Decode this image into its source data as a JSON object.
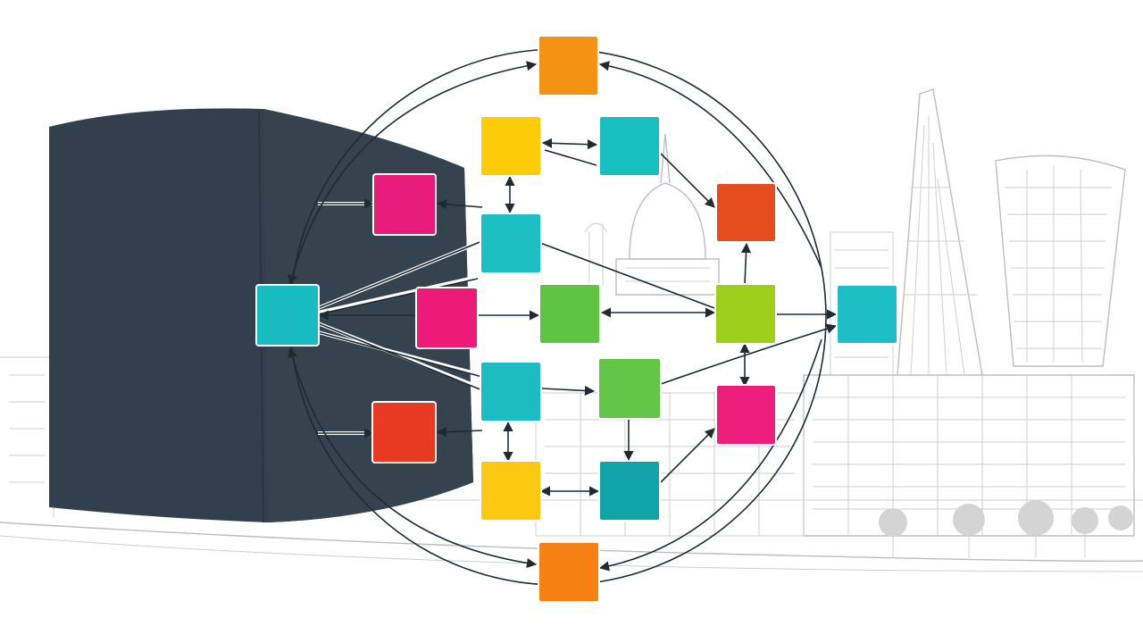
{
  "diagram": {
    "nodes": [
      {
        "id": "n-top",
        "color": "#f39214",
        "label": ""
      },
      {
        "id": "n-yellow-1",
        "color": "#fccc0a",
        "label": ""
      },
      {
        "id": "n-teal-1",
        "color": "#17bfc0",
        "label": ""
      },
      {
        "id": "n-magenta-1",
        "color": "#e81a7a",
        "label": ""
      },
      {
        "id": "n-redorange-1",
        "color": "#e64d1e",
        "label": ""
      },
      {
        "id": "n-teal-2",
        "color": "#1cbfc4",
        "label": ""
      },
      {
        "id": "n-hub",
        "color": "#17bcc2",
        "label": ""
      },
      {
        "id": "n-magenta-2",
        "color": "#ee1a78",
        "label": ""
      },
      {
        "id": "n-green-1",
        "color": "#5fc442",
        "label": ""
      },
      {
        "id": "n-lime-1",
        "color": "#9ecf1c",
        "label": ""
      },
      {
        "id": "n-teal-right",
        "color": "#1ebec6",
        "label": ""
      },
      {
        "id": "n-teal-3",
        "color": "#1cbcc2",
        "label": ""
      },
      {
        "id": "n-green-2",
        "color": "#63c646",
        "label": ""
      },
      {
        "id": "n-magenta-3",
        "color": "#ee1e7c",
        "label": ""
      },
      {
        "id": "n-red-1",
        "color": "#e83a23",
        "label": ""
      },
      {
        "id": "n-yellow-2",
        "color": "#fcc812",
        "label": ""
      },
      {
        "id": "n-teal-dark",
        "color": "#10a3a8",
        "label": ""
      },
      {
        "id": "n-bottom",
        "color": "#f58114",
        "label": ""
      }
    ],
    "colors": {
      "monolith": "#323f4c",
      "edge": "#1f2a33",
      "sketch": "#bdbdbd"
    }
  }
}
